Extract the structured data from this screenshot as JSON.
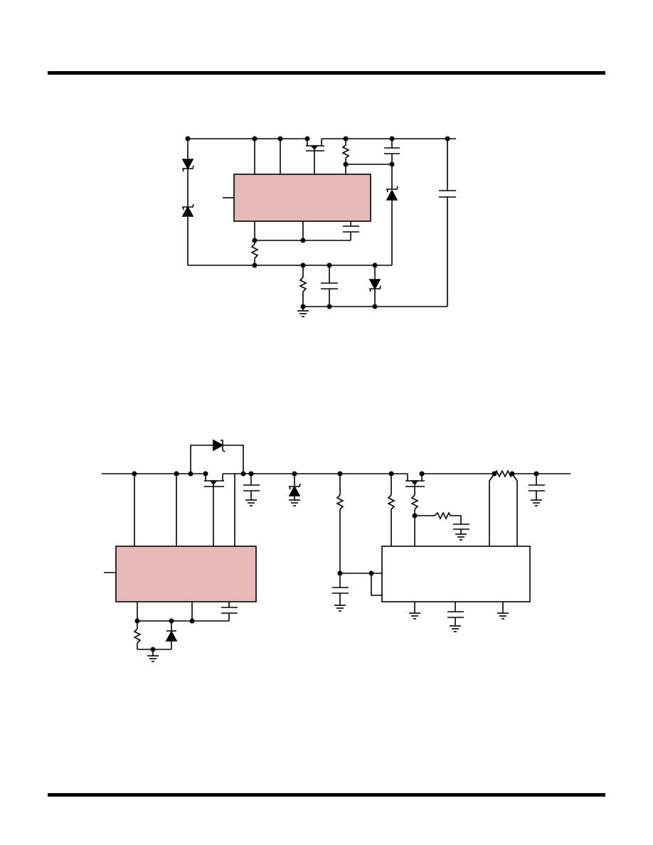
{
  "colors": {
    "ink": "#000000",
    "ic_fill": "#e8b9b9",
    "ic2_fill": "#ffffff",
    "page_bg": "#ffffff"
  },
  "header": {},
  "footer": {},
  "figures": [
    {
      "components": [
        "ic",
        "mosfet-p",
        "resistor",
        "capacitor",
        "zener-diode",
        "ground"
      ]
    },
    {
      "components": [
        "ic",
        "ic",
        "mosfet-p",
        "mosfet-p",
        "resistor",
        "capacitor",
        "zener-diode",
        "diode",
        "thermistor",
        "ground"
      ]
    }
  ]
}
